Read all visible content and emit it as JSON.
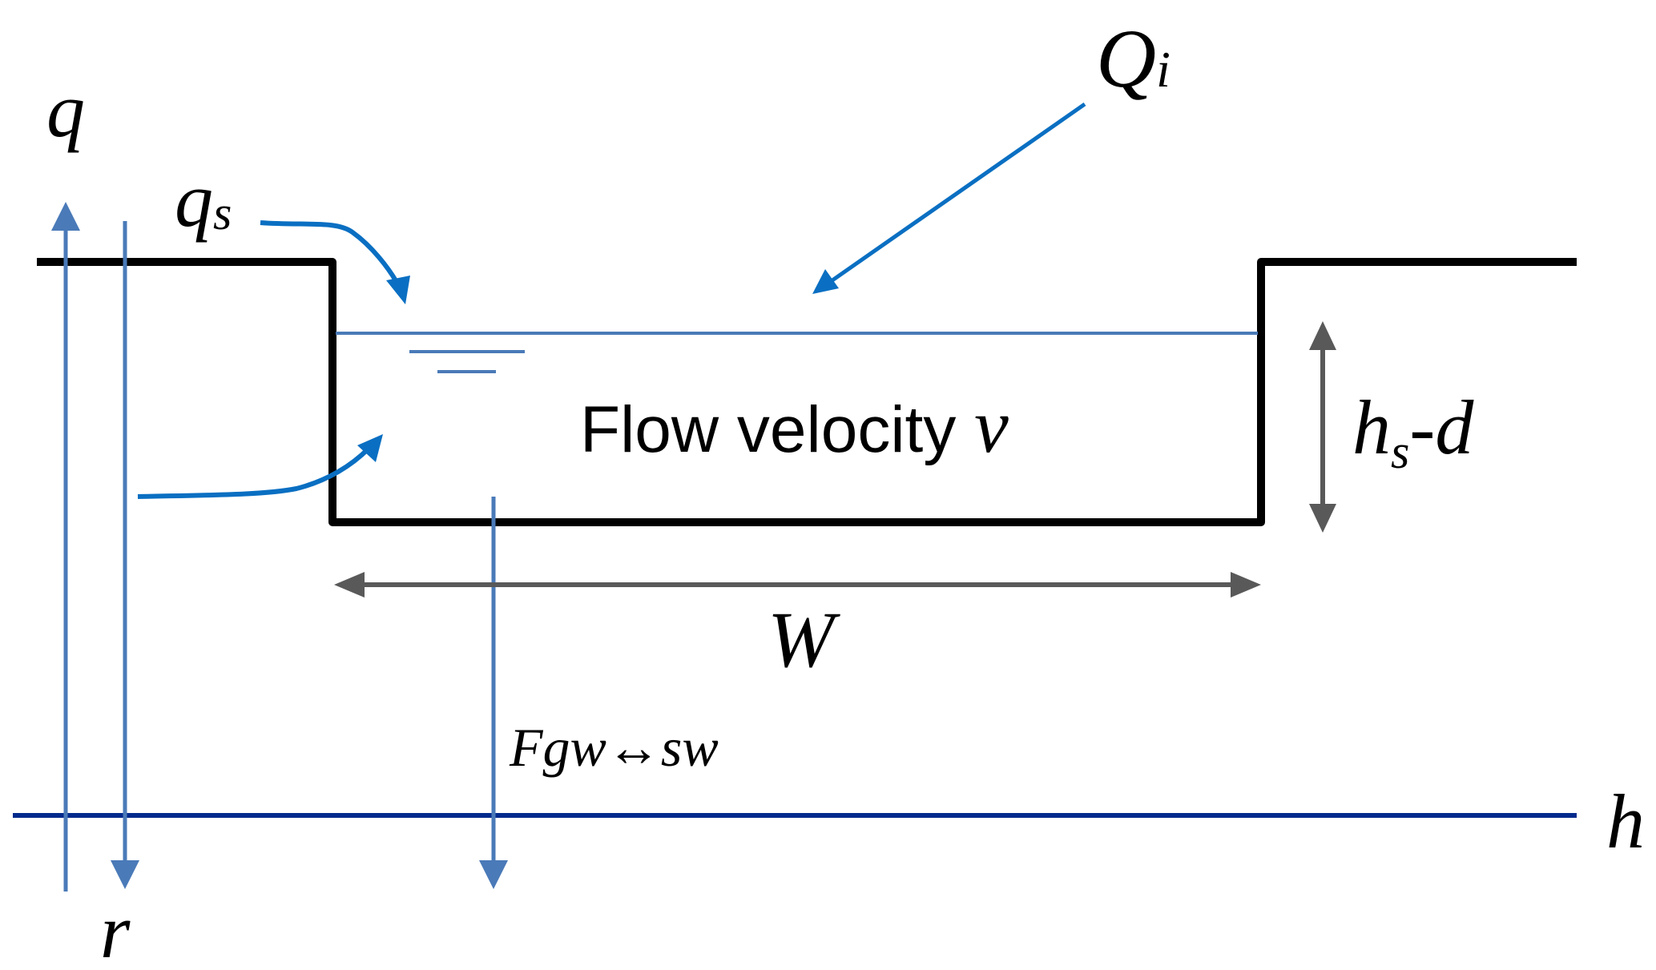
{
  "diagram": {
    "title": "Stream channel cross-section with water fluxes",
    "colors": {
      "ground": "#000000",
      "flux_arrow": "#4a7ab8",
      "inflow_arrow": "#0a6fc2",
      "dimension_arrow": "#595959",
      "water_table": "#002a8c"
    },
    "labels": {
      "q": "q",
      "r": "r",
      "qs_main": "q",
      "qs_sub": "s",
      "Qi_main": "Q",
      "Qi_sub": "i",
      "flow_text": "Flow velocity ",
      "flow_var": "v",
      "hs_main": "h",
      "hs_sub": "s",
      "hs_rest": "-d",
      "W": "W",
      "exchange": "Fgw↔sw",
      "h": "h"
    }
  }
}
